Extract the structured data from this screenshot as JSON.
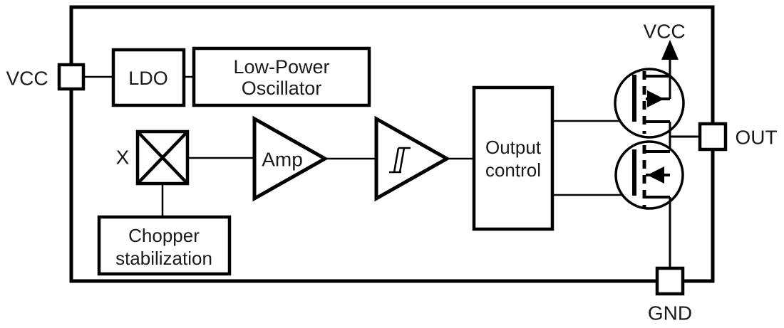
{
  "diagram_type": "ic-functional-block-diagram",
  "colors": {
    "line": "#000000",
    "background": "#ffffff",
    "text": "#1a1a1a"
  },
  "pins": {
    "vcc_left": {
      "label": "VCC"
    },
    "vcc_top": {
      "label": "VCC"
    },
    "out": {
      "label": "OUT"
    },
    "gnd": {
      "label": "GND"
    }
  },
  "blocks": {
    "ldo": {
      "label": "LDO"
    },
    "oscillator": {
      "line1": "Low-Power",
      "line2": "Oscillator"
    },
    "mixer": {
      "label": "X",
      "symbol": "multiplier-x-icon"
    },
    "amplifier": {
      "label": "Amp"
    },
    "schmitt_trigger": {
      "symbol": "hysteresis-icon"
    },
    "output_control": {
      "line1": "Output",
      "line2": "control"
    },
    "chopper": {
      "line1": "Chopper",
      "line2": "stabilization"
    }
  },
  "transistors": {
    "high_side": {
      "type": "pmos"
    },
    "low_side": {
      "type": "nmos"
    }
  }
}
